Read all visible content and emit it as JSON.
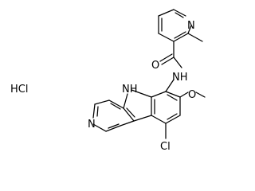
{
  "molecule": {
    "salt": "HCl",
    "atoms": {
      "pyridine_n": "N",
      "amide_o": "O",
      "amide_n": "NH",
      "indole_nh": "NH",
      "carboline_n": "N",
      "methoxy_o": "O",
      "chloro": "Cl"
    }
  }
}
